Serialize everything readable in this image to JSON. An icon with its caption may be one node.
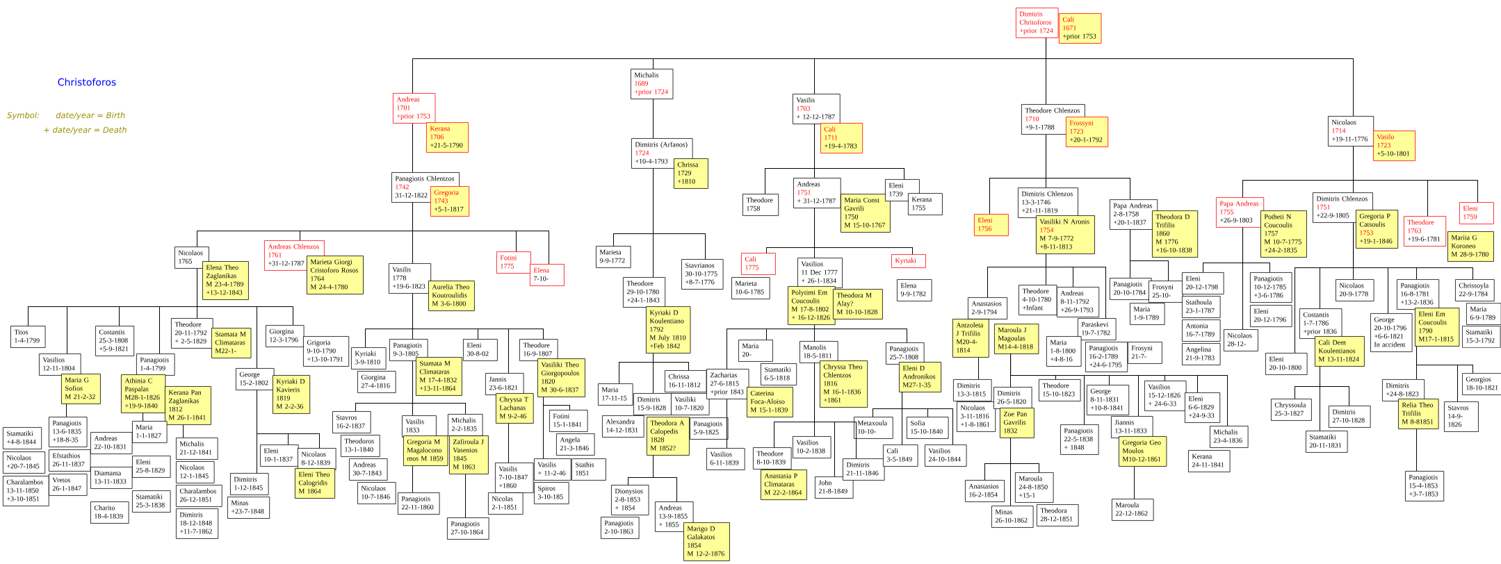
{
  "diagram": {
    "title": "Christoforos",
    "labels": [
      "Symbol:",
      "date/year = Birth",
      "+ date/year = Death"
    ],
    "nodes": [
      {
        "text": [
          "Dimitris Chritoforos",
          "+prior 1724"
        ]
      },
      {
        "text": [
          "Cali",
          "1671",
          "+prior 1753"
        ]
      },
      {
        "text": [
          "Andreas",
          "1701",
          "+prior 1753"
        ]
      },
      {
        "text": [
          "Kerana",
          "1706",
          "+21-5-1790"
        ]
      },
      {
        "text": [
          "Panagiotis Chlentzos",
          "1742",
          "31-12-1822"
        ]
      },
      {
        "text": [
          "Gregoria",
          "1743",
          "+5-1-1817"
        ]
      },
      {
        "text": [
          "Nicolaos",
          "1765"
        ]
      },
      {
        "text": [
          "Elena Theo Zaglanikas",
          "M 23-4-1789",
          "+13-12-1843"
        ]
      },
      {
        "text": [
          "Titos",
          "1-4-1799"
        ]
      },
      {
        "text": [
          "Vasilios",
          "12-11-1804"
        ]
      },
      {
        "text": [
          "Maria G Sofios",
          "M 21-2-32"
        ]
      },
      {
        "text": [
          "Panagiotis",
          "13-6-1835",
          "+18-8-35"
        ]
      },
      {
        "text": [
          "Stamatiki",
          "+4-8-1844"
        ]
      },
      {
        "text": [
          "Efstathios",
          "26-11-1837"
        ]
      },
      {
        "text": [
          "Nicolaos",
          "+20-7-1845"
        ]
      },
      {
        "text": [
          "Vretos",
          "26-1-1847"
        ]
      },
      {
        "text": [
          "Charalambos",
          "13-11-1850",
          "+3-10-1851"
        ]
      },
      {
        "text": [
          "Costantis",
          "25-3-1808",
          "+5-9-1821"
        ]
      },
      {
        "text": [
          "Panagiotis",
          "1-4-1799"
        ]
      },
      {
        "text": [
          "Athinia C Paspalas",
          "M28-1-1826",
          "+19-9-1840"
        ]
      },
      {
        "text": [
          "Kerana Pan Zaglanikas",
          "1812",
          "M 26-1-1841"
        ]
      },
      {
        "text": [
          "Maria",
          "1-1-1827"
        ]
      },
      {
        "text": [
          "Eleni",
          "25-8-1829"
        ]
      },
      {
        "text": [
          "Andreas",
          "22-10-1831"
        ]
      },
      {
        "text": [
          "Diamanta",
          "13-11-1833"
        ]
      },
      {
        "text": [
          "Stamatiki",
          "25-3-1838"
        ]
      },
      {
        "text": [
          "Charito",
          "18-4-1839"
        ]
      },
      {
        "text": [
          "Michalis",
          "21-12-1841"
        ]
      },
      {
        "text": [
          "Nicolaos",
          "12-1-1845"
        ]
      },
      {
        "text": [
          "Charalambos",
          "26-12-1851"
        ]
      },
      {
        "text": [
          "Dimitris",
          "18-12-1848",
          "+11-7-1862"
        ]
      },
      {
        "text": [
          "Theodore",
          "20-11-1792",
          "+ 2-5-1829"
        ]
      },
      {
        "text": [
          "Stamata M Climataras",
          "M22-1-"
        ]
      },
      {
        "text": [
          "George",
          "15-2-1802"
        ]
      },
      {
        "text": [
          "Kyriaki D Kavieris",
          "1819",
          "M 2-2-36"
        ]
      },
      {
        "text": [
          "Eleni",
          "10-1-1837"
        ]
      },
      {
        "text": [
          "Nicolaos",
          "8-12-1839"
        ]
      },
      {
        "text": [
          "Eleni Theo Calogridis",
          "M 1864"
        ]
      },
      {
        "text": [
          "Dimitris",
          "1-12-1845"
        ]
      },
      {
        "text": [
          "Minas",
          "+23-7-1848"
        ]
      },
      {
        "text": [
          "Giorgina",
          "12-3-1796"
        ]
      },
      {
        "text": [
          "Grigoria",
          "9-10-1790",
          "+13-10-1791"
        ]
      },
      {
        "text": [
          "Andreas Chlenzos",
          "1761",
          "+31-12-1787"
        ]
      },
      {
        "text": [
          "Marieta Giorgi Cristoforo Rosos",
          "1764",
          "M 24-4-1780"
        ]
      },
      {
        "text": [
          "Vasilis",
          "1778",
          "+19-6-1823"
        ]
      },
      {
        "text": [
          "Aurelia Theo Koutroulidis",
          "M 3-6-1800"
        ]
      },
      {
        "text": [
          "Kyriaki",
          "3-9-1810"
        ]
      },
      {
        "text": [
          "Giorgina",
          "27-4-1816"
        ]
      },
      {
        "text": [
          "Panagiotis",
          "9-3-1805"
        ]
      },
      {
        "text": [
          "Stamata M Climataras",
          "M 17-4-1832",
          "+13-11-1864"
        ]
      },
      {
        "text": [
          "Stavros",
          "16-2-1837"
        ]
      },
      {
        "text": [
          "Theodoros",
          "13-1-1840"
        ]
      },
      {
        "text": [
          "Andreas",
          "30-7-1843"
        ]
      },
      {
        "text": [
          "Nicolaos",
          "10-7-1846"
        ]
      },
      {
        "text": [
          "Vasilis",
          "1833"
        ]
      },
      {
        "text": [
          "Gregoria M Magalocono mos M 1859"
        ]
      },
      {
        "text": [
          "Panagiotis",
          "22-11-1860"
        ]
      },
      {
        "text": [
          "Michalis",
          "2-2-1835"
        ]
      },
      {
        "text": [
          "Zafiroula J Vasenios",
          "1845",
          "M 1863"
        ]
      },
      {
        "text": [
          "Panagiotis",
          "27-10-1864"
        ]
      },
      {
        "text": [
          "Eleni",
          "30-8-02"
        ]
      },
      {
        "text": [
          "Jannis",
          "23-6-1821"
        ]
      },
      {
        "text": [
          "Chryssa T Lachanas",
          "M 9-2-46"
        ]
      },
      {
        "text": [
          "Vasilis",
          "7-10-1847",
          "+1860"
        ]
      },
      {
        "text": [
          "Nicolas",
          "2-1-1851"
        ]
      },
      {
        "text": [
          "Theodore",
          "16-9-1807"
        ]
      },
      {
        "text": [
          "Vasiliki Theo Giorgopoulos",
          "1820",
          "M 30-6-1837"
        ]
      },
      {
        "text": [
          "Fotini",
          "15-1-1841"
        ]
      },
      {
        "text": [
          "Angela",
          "21-3-1846"
        ]
      },
      {
        "text": [
          "Vasilis",
          "+ 11-2-46"
        ]
      },
      {
        "text": [
          "Spiros",
          "3-10-185"
        ]
      },
      {
        "text": [
          "Stathis",
          "1851"
        ]
      },
      {
        "text": [
          "Fotini",
          "1775"
        ]
      },
      {
        "text": [
          "Elena",
          "7-10-"
        ]
      },
      {
        "text": [
          "Michalis",
          "1689",
          "+prior 1724"
        ]
      },
      {
        "text": [
          "Dimitris (Arfanos)",
          "1724",
          "+10-4-1793"
        ]
      },
      {
        "text": [
          "Chrissa",
          "1729",
          "+1810"
        ]
      },
      {
        "text": [
          "Marieta",
          "9-9-1772"
        ]
      },
      {
        "text": [
          "Theodore",
          "29-10-1780",
          "+24-1-1843"
        ]
      },
      {
        "text": [
          "Kyriaki D Koulentiano",
          "1792",
          "M July 1810",
          "+Feb 1842"
        ]
      },
      {
        "text": [
          "Maria",
          "17-11-15"
        ]
      },
      {
        "text": [
          "Dimitris",
          "15-9-1828"
        ]
      },
      {
        "text": [
          "Theodora A Calopedis",
          "1828",
          "M 1852?"
        ]
      },
      {
        "text": [
          "Dionysios",
          "2-8-1853",
          "+ 1854"
        ]
      },
      {
        "text": [
          "Panagiotis",
          "2-10-1863"
        ]
      },
      {
        "text": [
          "Andreas",
          "13-9-1855",
          "+ 1855"
        ]
      },
      {
        "text": [
          "Marigo D Galakatos",
          "1854",
          "M 12-2-1876"
        ]
      },
      {
        "text": [
          "Alexandra",
          "14-12-1831"
        ]
      },
      {
        "text": [
          "Chrissa",
          "16-11-1812"
        ]
      },
      {
        "text": [
          "Vasiliki",
          "10-7-1820"
        ]
      },
      {
        "text": [
          "Panagiotis",
          "5-9-1825"
        ]
      },
      {
        "text": [
          "Stavrianos",
          "30-10-1775",
          "+8-7-1776"
        ]
      },
      {
        "text": [
          "Vasilis",
          "1703",
          "+ 12-12-1787"
        ]
      },
      {
        "text": [
          "Cali",
          "1711",
          "+19-4-1783"
        ]
      },
      {
        "text": [
          "Theodore",
          "1758"
        ]
      },
      {
        "text": [
          "Andreas",
          "1751",
          "+ 31-12-1787"
        ]
      },
      {
        "text": [
          "Maria Const Gavrili",
          "1750",
          "M 15-10-1767"
        ]
      },
      {
        "text": [
          "Cali",
          "1775"
        ]
      },
      {
        "text": [
          "Marieta",
          "10-6-1785"
        ]
      },
      {
        "text": [
          "Vasilios",
          "11 Dec 1777",
          "+ 26-1-1834"
        ]
      },
      {
        "text": [
          "Polytimi Em Coucoulis",
          "M 17-8-1802",
          "+ 16-12-1826"
        ]
      },
      {
        "text": [
          "Theodora M Alay?",
          "M 10-10-1828"
        ]
      },
      {
        "text": [
          "Zacharias",
          "27-6-1815",
          "+prior 1843"
        ]
      },
      {
        "text": [
          "Caterina Foca-Aloiso",
          "M 15-1-1839"
        ]
      },
      {
        "text": [
          "Vasilios",
          "6-11-1839"
        ]
      },
      {
        "text": [
          "Maria",
          "20-"
        ]
      },
      {
        "text": [
          "Stamatiki",
          "6-5-1818"
        ]
      },
      {
        "text": [
          "Manolis",
          "18-5-1811"
        ]
      },
      {
        "text": [
          "Chryssa Theo Chlentzos",
          "1816",
          "M 16-1-1836",
          "+1861"
        ]
      },
      {
        "text": [
          "Theodore",
          "8-10-1839"
        ]
      },
      {
        "text": [
          "Anastasia P Climataras",
          "M 22-2-1864"
        ]
      },
      {
        "text": [
          "Vasilios",
          "10-2-1838"
        ]
      },
      {
        "text": [
          "John",
          "21-8-1849"
        ]
      },
      {
        "text": [
          "Dimitris",
          "21-11-1846"
        ]
      },
      {
        "text": [
          "Panagiotis",
          "25-7-1808"
        ]
      },
      {
        "text": [
          "Eleni D Andronikos",
          "M27-1-35"
        ]
      },
      {
        "text": [
          "Metaxoula",
          "10-10-"
        ]
      },
      {
        "text": [
          "Sofia",
          "15-10-1840"
        ]
      },
      {
        "text": [
          "Cali",
          "3-5-1849"
        ]
      },
      {
        "text": [
          "Vasilios",
          "24-10-1844"
        ]
      },
      {
        "text": [
          "Kyriaki"
        ]
      },
      {
        "text": [
          "Elena",
          "9-9-1782"
        ]
      },
      {
        "text": [
          "Eleni",
          "1739"
        ]
      },
      {
        "text": [
          "Kerana",
          "1755"
        ]
      },
      {
        "text": [
          "Theodore Chlenzos",
          "1710",
          "+9-1-1788"
        ]
      },
      {
        "text": [
          "Frossyni",
          "1723",
          "+20-1-1792"
        ]
      },
      {
        "text": [
          "Eleni",
          "1756"
        ]
      },
      {
        "text": [
          "Dimitris Chlenzos",
          "13-3-1746",
          "+21-11-1819"
        ]
      },
      {
        "text": [
          "Vasiliki N Aronis",
          "1754",
          "M 7-9-1772",
          "+8-11-1813"
        ]
      },
      {
        "text": [
          "Anastasios",
          "2-9-1794"
        ]
      },
      {
        "text": [
          "Antzoleta J Trifilis",
          "M20-4- 1814"
        ]
      },
      {
        "text": [
          "Dimitris",
          "13-3-1815"
        ]
      },
      {
        "text": [
          "Nicolaos",
          "3-11-1816",
          "+1-8-1861"
        ]
      },
      {
        "text": [
          "Maroula J Magoulas",
          "M14-4-1818"
        ]
      },
      {
        "text": [
          "Dimitris",
          "26-5-1820"
        ]
      },
      {
        "text": [
          "Zoe Pan Gavrilis",
          "1832"
        ]
      },
      {
        "text": [
          "Anastasios",
          "16-2-1854"
        ]
      },
      {
        "text": [
          "Minas",
          "26-10-1862"
        ]
      },
      {
        "text": [
          "Maroula",
          "24-8-1850",
          "+15-1"
        ]
      },
      {
        "text": [
          "Theodora",
          "28-12-1851"
        ]
      },
      {
        "text": [
          "Theodore",
          "15-10-1823"
        ]
      },
      {
        "text": [
          "Panagiotis",
          "22-5-1838",
          "+ 1848"
        ]
      },
      {
        "text": [
          "George",
          "8-11-1831",
          "+10-8-1841"
        ]
      },
      {
        "text": [
          "Jiannis",
          "13-11-1833"
        ]
      },
      {
        "text": [
          "Gregoria Geo Moulos",
          "M10-12-1861"
        ]
      },
      {
        "text": [
          "Maroula",
          "22-12-1862"
        ]
      },
      {
        "text": [
          "Vasilios",
          "15-12-1826",
          "+ 24-6-33"
        ]
      },
      {
        "text": [
          "Eleni",
          "6-6-1829",
          "+24-9-33"
        ]
      },
      {
        "text": [
          "Michalis",
          "23-4-1836"
        ]
      },
      {
        "text": [
          "Kerana",
          "24-11-1841"
        ]
      },
      {
        "text": [
          "Theodore",
          "4-10-1780",
          "+Infant"
        ]
      },
      {
        "text": [
          "Andreas",
          "8-11-1792",
          "+26-9-1793"
        ]
      },
      {
        "text": [
          "Paraskevi",
          "19-7-1782"
        ]
      },
      {
        "text": [
          "Maria",
          "1-8-1800",
          "+4-8-16"
        ]
      },
      {
        "text": [
          "Panagiotis",
          "16-2-1789",
          "+24-6-1795"
        ]
      },
      {
        "text": [
          "Frosyni",
          "21-7-"
        ]
      },
      {
        "text": [
          "Papa Andreas",
          "2-8-1758",
          "+20-1-1837"
        ]
      },
      {
        "text": [
          "Theodora D Trifilis",
          "1860",
          "M 1776",
          "+16-10-1838"
        ]
      },
      {
        "text": [
          "Panagiotis",
          "20-10-1784"
        ]
      },
      {
        "text": [
          "Frosyni",
          "25-10-"
        ]
      },
      {
        "text": [
          "Maria",
          "1-9-1789"
        ]
      },
      {
        "text": [
          "Nicolaos",
          "1714",
          "+19-11-1776"
        ]
      },
      {
        "text": [
          "Vasilo",
          "1723",
          "+5-10-1801"
        ]
      },
      {
        "text": [
          "Papa Andreas",
          "1755",
          "+26-9-1803"
        ]
      },
      {
        "text": [
          "Potheti N Coucoulis",
          "1757",
          "M 10-7-1775",
          "+24-2-1835"
        ]
      },
      {
        "text": [
          "Eleni",
          "20-12-1798"
        ]
      },
      {
        "text": [
          "Nicolaos",
          "28-12-"
        ]
      },
      {
        "text": [
          "Panagiotis",
          "10-12-1785",
          "+3-6-1786"
        ]
      },
      {
        "text": [
          "Stathoula",
          "23-1-1787"
        ]
      },
      {
        "text": [
          "Antonia",
          "16-7-1789"
        ]
      },
      {
        "text": [
          "Angelina",
          "21-9-1783"
        ]
      },
      {
        "text": [
          "Eleni",
          "20-12-1796"
        ]
      },
      {
        "text": [
          "Dimitris Chlenzos",
          "1751",
          "+22-9-1805"
        ]
      },
      {
        "text": [
          "Gregoria P Catsoulis",
          "1753",
          "+19-1-1846"
        ]
      },
      {
        "text": [
          "Eleni",
          "20-10-1800"
        ]
      },
      {
        "text": [
          "Costantis",
          "1-7-1786",
          "+prior 1836"
        ]
      },
      {
        "text": [
          "Cali Dem Koulentianos",
          "M 13-11-1824"
        ]
      },
      {
        "text": [
          "Chryssoula",
          "25-3-1827"
        ]
      },
      {
        "text": [
          "Dimitris",
          "27-10-1828"
        ]
      },
      {
        "text": [
          "Stamatiki",
          "20-11-1831"
        ]
      },
      {
        "text": [
          "Nicolaos",
          "20-9-1778"
        ]
      },
      {
        "text": [
          "George",
          "20-10-1796",
          "+6-6-1821",
          "In accident"
        ]
      },
      {
        "text": [
          "Panagiotis",
          "16-8-1781",
          "+13-2-1836"
        ]
      },
      {
        "text": [
          "Eleni Em Coucoulis",
          "1790",
          "M17-1-1815"
        ]
      },
      {
        "text": [
          "Dimitris",
          "+24-8-1823"
        ]
      },
      {
        "text": [
          "Relia Theo Trifilis",
          "M 8-81851"
        ]
      },
      {
        "text": [
          "Panagiotis",
          "15-4-1853",
          "+3-7-1853"
        ]
      },
      {
        "text": [
          "Stavros",
          "14-9- 1826"
        ]
      },
      {
        "text": [
          "Georgios",
          "18-10-1821"
        ]
      },
      {
        "text": [
          "Chrissoyla",
          "22-9-1784"
        ]
      },
      {
        "text": [
          "Maria",
          "6-9-1789"
        ]
      },
      {
        "text": [
          "Stamatiki",
          "15-3-1792"
        ]
      },
      {
        "text": [
          "Theodore",
          "1763",
          "+19-6-1781"
        ]
      },
      {
        "text": [
          "Mariia G Koroneo",
          "M 28-9-1780"
        ]
      },
      {
        "text": [
          "Eleni",
          "1759"
        ]
      }
    ],
    "edges": [
      {
        "from": 0,
        "to": 2,
        "arrow": "none"
      },
      {
        "from": 0,
        "to": 74,
        "arrow": "none"
      },
      {
        "from": 0,
        "to": 92,
        "arrow": "none"
      },
      {
        "from": 0,
        "to": 124,
        "arrow": "none"
      },
      {
        "from": 0,
        "to": 161,
        "arrow": "none"
      },
      {
        "from": 2,
        "to": 4,
        "arrow": "none"
      },
      {
        "from": 4,
        "to": 6,
        "arrow": "none"
      },
      {
        "from": 4,
        "to": 42,
        "arrow": "none"
      },
      {
        "from": 4,
        "to": 44,
        "arrow": "none"
      },
      {
        "from": 4,
        "to": 72,
        "arrow": "none"
      },
      {
        "from": 4,
        "to": 73,
        "arrow": "none"
      },
      {
        "from": 6,
        "to": 8,
        "arrow": "none"
      },
      {
        "from": 6,
        "to": 9,
        "arrow": "none"
      },
      {
        "from": 6,
        "to": 17,
        "arrow": "none"
      },
      {
        "from": 6,
        "to": 18,
        "arrow": "none"
      },
      {
        "from": 6,
        "to": 31,
        "arrow": "none"
      },
      {
        "from": 6,
        "to": 33,
        "arrow": "none"
      },
      {
        "from": 6,
        "to": 40,
        "arrow": "none"
      },
      {
        "from": 10,
        "to": 11,
        "arrow": "none"
      },
      {
        "from": 19,
        "to": 21,
        "arrow": "none"
      },
      {
        "from": 20,
        "to": 27,
        "arrow": "none"
      },
      {
        "from": 33,
        "to": 35,
        "arrow": "none"
      },
      {
        "from": 33,
        "to": 36,
        "arrow": "none"
      },
      {
        "from": 33,
        "to": 38,
        "arrow": "none"
      },
      {
        "from": 44,
        "to": 46,
        "arrow": "none"
      },
      {
        "from": 44,
        "to": 48,
        "arrow": "none"
      },
      {
        "from": 44,
        "to": 60,
        "arrow": "none"
      },
      {
        "from": 44,
        "to": 61,
        "arrow": "none"
      },
      {
        "from": 44,
        "to": 65,
        "arrow": "none"
      },
      {
        "from": 48,
        "to": 50,
        "arrow": "none"
      },
      {
        "from": 48,
        "to": 54,
        "arrow": "none"
      },
      {
        "from": 48,
        "to": 57,
        "arrow": "none"
      },
      {
        "from": 55,
        "to": 56,
        "arrow": "none"
      },
      {
        "from": 58,
        "to": 59,
        "arrow": "none"
      },
      {
        "from": 62,
        "to": 63,
        "arrow": "none"
      },
      {
        "from": 66,
        "to": 67,
        "arrow": "none"
      },
      {
        "from": 66,
        "to": 69,
        "arrow": "none"
      },
      {
        "from": 74,
        "to": 75,
        "arrow": "none"
      },
      {
        "from": 75,
        "to": 77,
        "arrow": "none"
      },
      {
        "from": 75,
        "to": 78,
        "arrow": "none"
      },
      {
        "from": 75,
        "to": 91,
        "arrow": "none"
      },
      {
        "from": 79,
        "to": 80,
        "arrow": "none"
      },
      {
        "from": 79,
        "to": 81,
        "arrow": "none"
      },
      {
        "from": 79,
        "to": 88,
        "arrow": "none"
      },
      {
        "from": 82,
        "to": 83,
        "arrow": "none"
      },
      {
        "from": 82,
        "to": 85,
        "arrow": "none"
      },
      {
        "from": 92,
        "to": 94,
        "arrow": "none"
      },
      {
        "from": 92,
        "to": 95,
        "arrow": "none"
      },
      {
        "from": 92,
        "to": 122,
        "arrow": "none"
      },
      {
        "from": 95,
        "to": 97,
        "arrow": "none"
      },
      {
        "from": 95,
        "to": 99,
        "arrow": "none"
      },
      {
        "from": 95,
        "to": 120,
        "arrow": "none"
      },
      {
        "from": 100,
        "to": 102,
        "arrow": "none"
      },
      {
        "from": 100,
        "to": 105,
        "arrow": "none"
      },
      {
        "from": 100,
        "to": 107,
        "arrow": "none"
      },
      {
        "from": 100,
        "to": 114,
        "arrow": "none"
      },
      {
        "from": 102,
        "to": 104,
        "arrow": "none"
      },
      {
        "from": 107,
        "to": 109,
        "arrow": "none"
      },
      {
        "from": 107,
        "to": 111,
        "arrow": "none"
      },
      {
        "from": 107,
        "to": 112,
        "arrow": "none"
      },
      {
        "from": 107,
        "to": 113,
        "arrow": "none"
      },
      {
        "from": 115,
        "to": 116,
        "arrow": "none"
      },
      {
        "from": 115,
        "to": 117,
        "arrow": "none"
      },
      {
        "from": 115,
        "to": 118,
        "arrow": "none"
      },
      {
        "from": 115,
        "to": 119,
        "arrow": "none"
      },
      {
        "from": 124,
        "to": 126,
        "arrow": "none"
      },
      {
        "from": 124,
        "to": 127,
        "arrow": "none"
      },
      {
        "from": 124,
        "to": 156,
        "arrow": "none"
      },
      {
        "from": 128,
        "to": 129,
        "arrow": "none"
      },
      {
        "from": 128,
        "to": 150,
        "arrow": "none"
      },
      {
        "from": 128,
        "to": 151,
        "arrow": "none"
      },
      {
        "from": 128,
        "to": 152,
        "arrow": "none"
      },
      {
        "from": 130,
        "to": 131,
        "arrow": "none"
      },
      {
        "from": 133,
        "to": 134,
        "arrow": "none"
      },
      {
        "from": 133,
        "to": 140,
        "arrow": "none"
      },
      {
        "from": 133,
        "to": 141,
        "arrow": "none"
      },
      {
        "from": 133,
        "to": 142,
        "arrow": "none"
      },
      {
        "from": 133,
        "to": 143,
        "arrow": "none"
      },
      {
        "from": 133,
        "to": 146,
        "arrow": "none"
      },
      {
        "from": 133,
        "to": 147,
        "arrow": "none"
      },
      {
        "from": 133,
        "to": 148,
        "arrow": "none"
      },
      {
        "from": 135,
        "to": 136,
        "arrow": "none"
      },
      {
        "from": 135,
        "to": 137,
        "arrow": "none"
      },
      {
        "from": 135,
        "to": 138,
        "arrow": "none"
      },
      {
        "from": 144,
        "to": 145,
        "arrow": "none"
      },
      {
        "from": 156,
        "to": 158,
        "arrow": "none"
      },
      {
        "from": 156,
        "to": 159,
        "arrow": "none"
      },
      {
        "from": 161,
        "to": 163,
        "arrow": "none"
      },
      {
        "from": 161,
        "to": 172,
        "arrow": "none"
      },
      {
        "from": 161,
        "to": 192,
        "arrow": "none"
      },
      {
        "from": 161,
        "to": 194,
        "arrow": "none"
      },
      {
        "from": 163,
        "to": 165,
        "arrow": "none"
      },
      {
        "from": 163,
        "to": 166,
        "arrow": "none"
      },
      {
        "from": 163,
        "to": 167,
        "arrow": "none"
      },
      {
        "from": 172,
        "to": 174,
        "arrow": "none"
      },
      {
        "from": 172,
        "to": 175,
        "arrow": "none"
      },
      {
        "from": 172,
        "to": 180,
        "arrow": "none"
      },
      {
        "from": 172,
        "to": 181,
        "arrow": "none"
      },
      {
        "from": 172,
        "to": 182,
        "arrow": "none"
      },
      {
        "from": 172,
        "to": 189,
        "arrow": "none"
      },
      {
        "from": 176,
        "to": 177,
        "arrow": "none"
      },
      {
        "from": 176,
        "to": 178,
        "arrow": "none"
      },
      {
        "from": 176,
        "to": 179,
        "arrow": "none"
      },
      {
        "from": 183,
        "to": 184,
        "arrow": "none"
      },
      {
        "from": 183,
        "to": 187,
        "arrow": "none"
      },
      {
        "from": 183,
        "to": 188,
        "arrow": "none"
      },
      {
        "from": 185,
        "to": 186,
        "arrow": "none"
      }
    ]
  }
}
